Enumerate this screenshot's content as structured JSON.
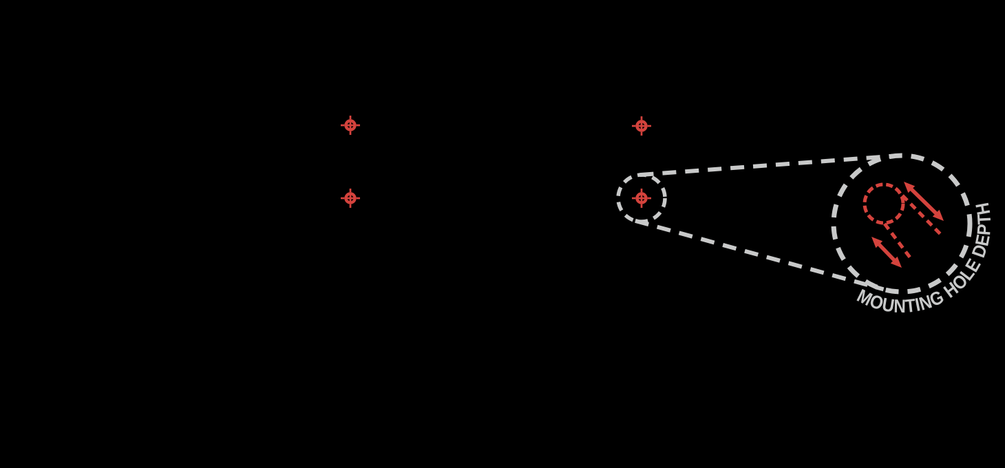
{
  "page": {
    "background": "#000000"
  },
  "colors": {
    "marker_red": "#d4433d",
    "callout_grey": "#c8c9c9"
  },
  "diagram": {
    "callout": {
      "label": "MOUNTING HOLE DEPTH"
    },
    "icons": [
      {
        "name": "mounting-hole-marker-icon",
        "count": 4,
        "glyph": "registration-target"
      },
      {
        "name": "depth-direction-arrow-icon",
        "count": 2,
        "glyph": "double-headed-arrow"
      }
    ]
  }
}
